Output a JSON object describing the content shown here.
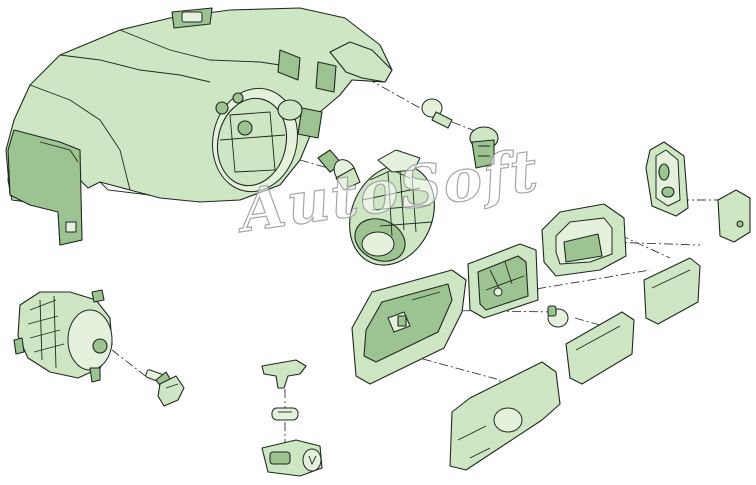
{
  "diagram": {
    "watermark": "AutoSoft",
    "colors": {
      "part_fill": "#cfe6c4",
      "part_shadow": "#9ec392",
      "outline": "#1d2a1d",
      "leader_line": "#3a3a3a"
    },
    "parts": [
      "headlamp-housing",
      "main-reflector-opening",
      "h4-bulb",
      "rear-dust-cover",
      "side-marker-bulb",
      "bulb-holder",
      "fog-lamp",
      "fog-lamp-bulb",
      "fog-bulb-connector",
      "clip",
      "capless-bulb",
      "lamp-socket",
      "indicator-housing",
      "bulb-carrier",
      "bulb-holder-frame",
      "side-repeater-housing",
      "indicator-bulb",
      "indicator-lens",
      "clear-lens-small",
      "clear-lens-large",
      "side-repeater-lens",
      "cover-plate"
    ]
  }
}
